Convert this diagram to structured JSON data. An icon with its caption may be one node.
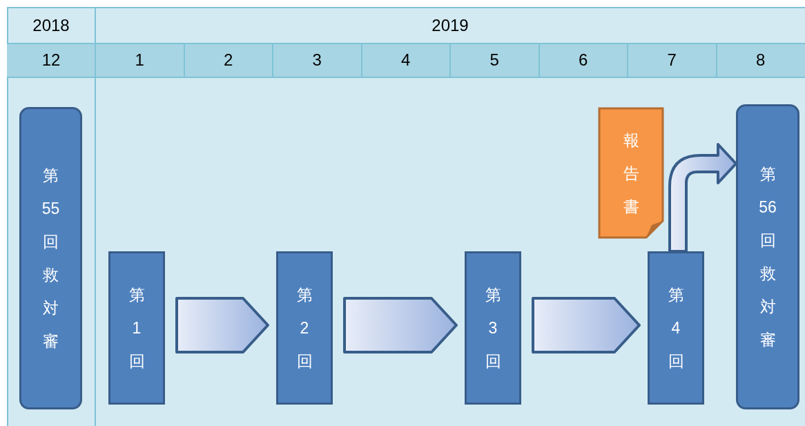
{
  "diagram": {
    "nodes": [
      {
        "text": [
          "第55回救対審"
        ]
      },
      {
        "text": [
          "第1回"
        ]
      },
      {
        "text": [
          "第2回"
        ]
      },
      {
        "text": [
          "第3回"
        ]
      },
      {
        "text": [
          "報告書"
        ]
      },
      {
        "text": [
          "第4回"
        ]
      },
      {
        "text": [
          "第56回救対審"
        ]
      }
    ],
    "edges": [
      {
        "from": 1,
        "to": 2,
        "arrow": "to"
      },
      {
        "from": 2,
        "to": 3,
        "arrow": "to"
      },
      {
        "from": 3,
        "to": 5,
        "arrow": "to"
      },
      {
        "from": 5,
        "to": 6,
        "arrow": "to"
      }
    ],
    "labels": [
      "2018",
      "2019",
      "12",
      "1",
      "2",
      "3",
      "4",
      "5",
      "6",
      "7",
      "8"
    ]
  }
}
